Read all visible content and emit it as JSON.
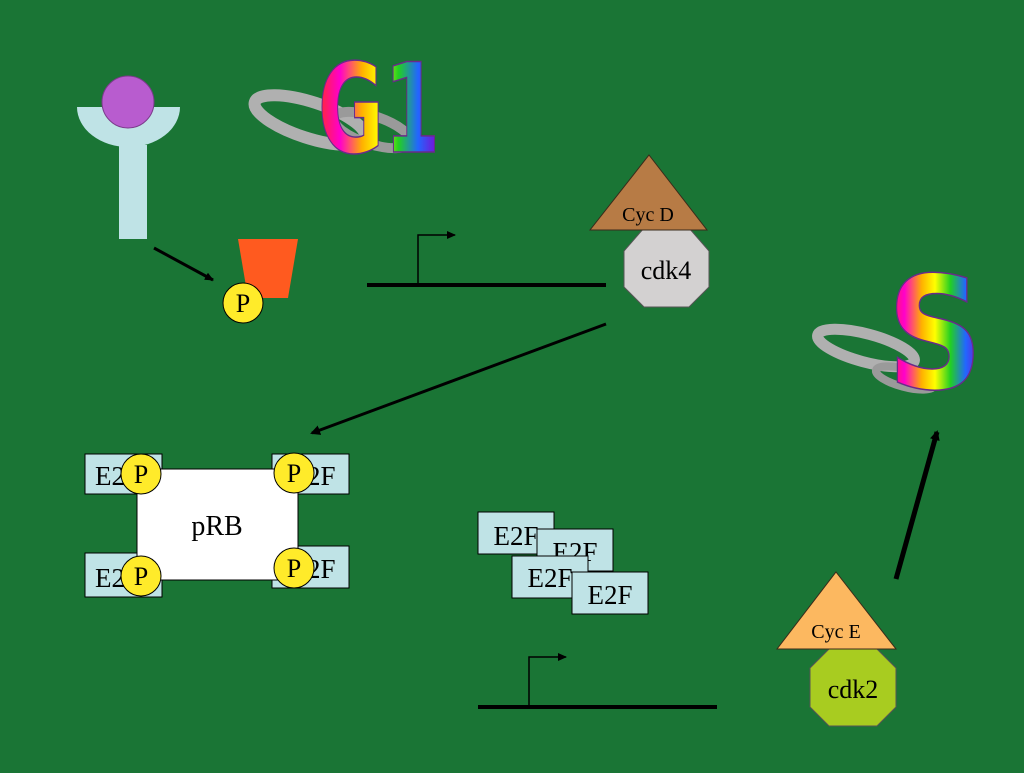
{
  "colors": {
    "background": "#1a7535",
    "receptor_body": "#bfe3e6",
    "ligand": "#b85ccf",
    "kinase_wedge": "#ff5a1f",
    "phosphate": "#ffeb2a",
    "cyc_d": "#b77b45",
    "cdk4": "#d3d1d1",
    "cyc_e": "#fcb860",
    "cdk2": "#a8cc20",
    "e2f_box": "#bfe3e6",
    "prb_box": "#ffffff",
    "line": "#000000"
  },
  "labels": {
    "phase_g1": "G1",
    "phase_s": "S",
    "phosphate": "P",
    "cyc_d": "Cyc D",
    "cdk4": "cdk4",
    "cyc_e": "Cyc E",
    "cdk2": "cdk2",
    "prb": "pRB",
    "e2f": "E2F",
    "e2f_partial_left": "E2",
    "e2f_partial_right": "2F"
  }
}
